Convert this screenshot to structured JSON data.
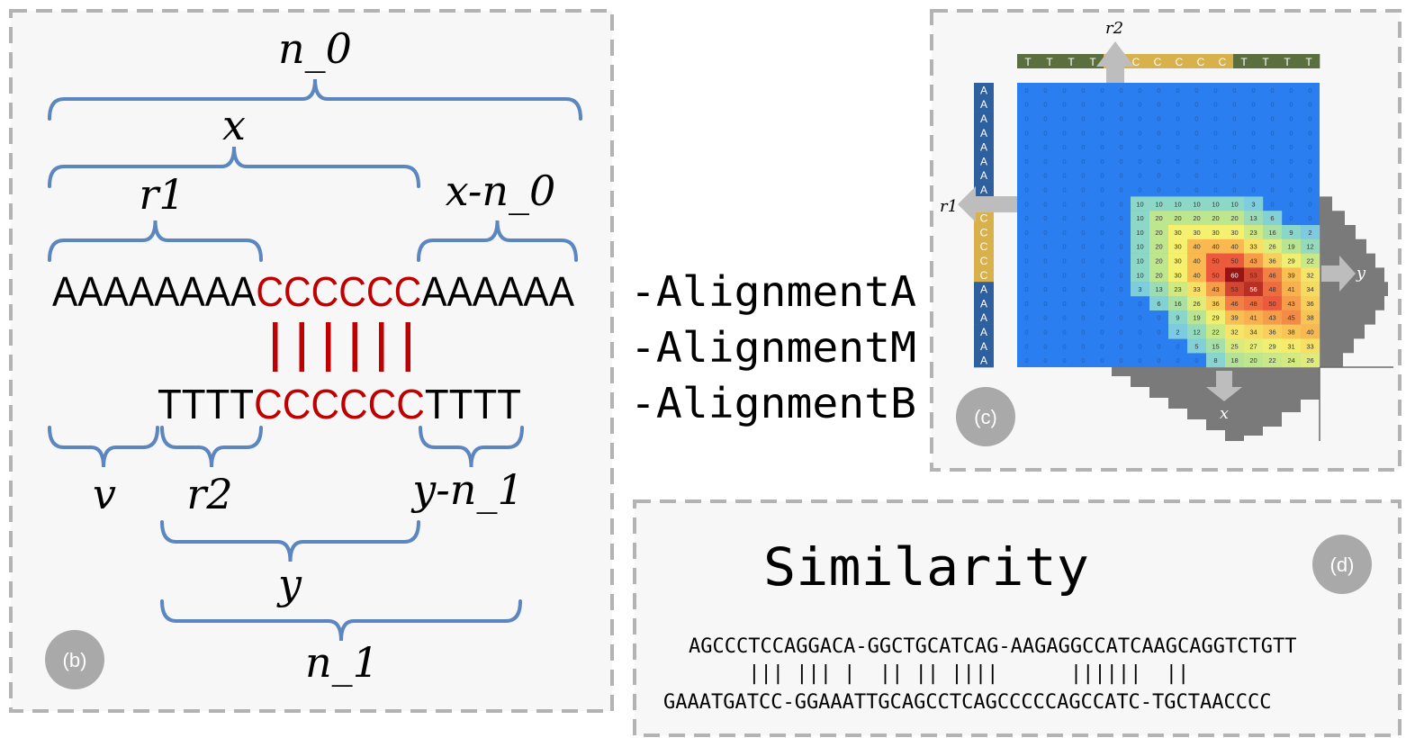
{
  "colors": {
    "brace": "#5b86c0",
    "match_red": "#c00000",
    "panel_bg": "#f7f7f7",
    "panel_dash": "#b3b3b3",
    "badge": "#a9a9a9",
    "matrix_blue": "#2a7ef0",
    "seq_a_blue": "#2e5f9f",
    "seq_c_gold": "#d8b04c",
    "seq_t_green": "#5a6e3e",
    "shadow_gray": "#7a7a7a"
  },
  "panel_b": {
    "badge": "(b)",
    "seq_top": {
      "left": "AAAAAAAA",
      "mid": "CCCCCC",
      "right": "AAAAAA"
    },
    "seq_bottom": {
      "left": "TTTT",
      "mid": "CCCCCC",
      "right": "TTTT"
    },
    "match_count": 6,
    "labels": {
      "n0": "n_0",
      "x": "x",
      "r1": "r1",
      "x_n0": "x-n_0",
      "v": "v",
      "r2": "r2",
      "y_n1": "y-n_1",
      "y": "y",
      "n1": "n_1"
    }
  },
  "methods": [
    "-AlignmentA",
    "-AlignmentM",
    "-AlignmentB"
  ],
  "panel_c": {
    "badge": "(c)",
    "top_seq": [
      "T",
      "T",
      "T",
      "T",
      "C",
      "C",
      "C",
      "C",
      "C",
      "C",
      "T",
      "T",
      "T",
      "T"
    ],
    "left_seq": [
      "A",
      "A",
      "A",
      "A",
      "A",
      "A",
      "A",
      "A",
      "C",
      "C",
      "C",
      "C",
      "C",
      "C",
      "A",
      "A",
      "A",
      "A",
      "A",
      "A"
    ],
    "label_r1": "r1",
    "label_r2": "r2",
    "label_x": "x",
    "label_y": "y",
    "matrix": [
      [
        0,
        0,
        0,
        0,
        0,
        0,
        0,
        0,
        0,
        0,
        0,
        0,
        0,
        0
      ],
      [
        0,
        0,
        0,
        0,
        0,
        0,
        0,
        0,
        0,
        0,
        0,
        0,
        0,
        0
      ],
      [
        0,
        0,
        0,
        0,
        0,
        0,
        0,
        0,
        0,
        0,
        0,
        0,
        0,
        0
      ],
      [
        0,
        0,
        0,
        0,
        0,
        0,
        0,
        0,
        0,
        0,
        0,
        0,
        0,
        0
      ],
      [
        0,
        0,
        0,
        0,
        0,
        0,
        0,
        0,
        0,
        0,
        0,
        0,
        0,
        0
      ],
      [
        0,
        0,
        0,
        0,
        0,
        0,
        0,
        0,
        0,
        0,
        0,
        0,
        0,
        0
      ],
      [
        0,
        0,
        0,
        0,
        0,
        0,
        0,
        0,
        0,
        0,
        0,
        0,
        0,
        0
      ],
      [
        0,
        0,
        0,
        0,
        0,
        0,
        0,
        0,
        0,
        0,
        0,
        0,
        0,
        0
      ],
      [
        0,
        0,
        0,
        0,
        0,
        0,
        10,
        10,
        10,
        10,
        10,
        10,
        3,
        0
      ],
      [
        0,
        0,
        0,
        0,
        0,
        0,
        10,
        20,
        20,
        20,
        20,
        20,
        13,
        6
      ],
      [
        0,
        0,
        0,
        0,
        0,
        0,
        10,
        20,
        30,
        30,
        30,
        30,
        23,
        16
      ],
      [
        0,
        0,
        0,
        0,
        0,
        0,
        10,
        20,
        30,
        40,
        40,
        40,
        33,
        26
      ],
      [
        0,
        0,
        0,
        0,
        0,
        0,
        10,
        20,
        30,
        40,
        50,
        50,
        43,
        36
      ],
      [
        0,
        0,
        0,
        0,
        0,
        0,
        10,
        20,
        30,
        40,
        50,
        60,
        53,
        46
      ],
      [
        0,
        0,
        0,
        0,
        0,
        0,
        3,
        13,
        23,
        33,
        43,
        53,
        56,
        48
      ],
      [
        0,
        0,
        0,
        0,
        0,
        0,
        0,
        6,
        16,
        26,
        36,
        46,
        48,
        50
      ],
      [
        0,
        0,
        0,
        0,
        0,
        0,
        0,
        0,
        9,
        19,
        29,
        39,
        41,
        43
      ],
      [
        0,
        0,
        0,
        0,
        0,
        0,
        0,
        0,
        2,
        12,
        22,
        32,
        34,
        36
      ],
      [
        0,
        0,
        0,
        0,
        0,
        0,
        0,
        0,
        0,
        5,
        15,
        25,
        27,
        29
      ],
      [
        0,
        0,
        0,
        0,
        0,
        0,
        0,
        0,
        0,
        0,
        8,
        18,
        20,
        22
      ]
    ],
    "matrix_extra_cols": [
      [
        0,
        0
      ],
      [
        0,
        0
      ],
      [
        0,
        0
      ],
      [
        0,
        0
      ],
      [
        0,
        0
      ],
      [
        0,
        0
      ],
      [
        0,
        0
      ],
      [
        0,
        0
      ],
      [
        0,
        0
      ],
      [
        0,
        0
      ],
      [
        9,
        2
      ],
      [
        19,
        12
      ],
      [
        29,
        22
      ],
      [
        39,
        32
      ],
      [
        41,
        34
      ],
      [
        43,
        36
      ],
      [
        45,
        38
      ],
      [
        38,
        40
      ],
      [
        31,
        33
      ],
      [
        24,
        26
      ]
    ]
  },
  "panel_d": {
    "badge": "(d)",
    "title": "Similarity",
    "line1": "AGCCCTCCAGGACA-GGCTGCATCAG-AAGAGGCCATCAAGCAGGTCTGTT",
    "line2": "     ||| ||| |  || || ||||      ||||||  ||",
    "line3": "GAAATGATCC-GGAAATTGCAGCCTCAGCCCCCAGCCATC-TGCTAACCCC"
  }
}
